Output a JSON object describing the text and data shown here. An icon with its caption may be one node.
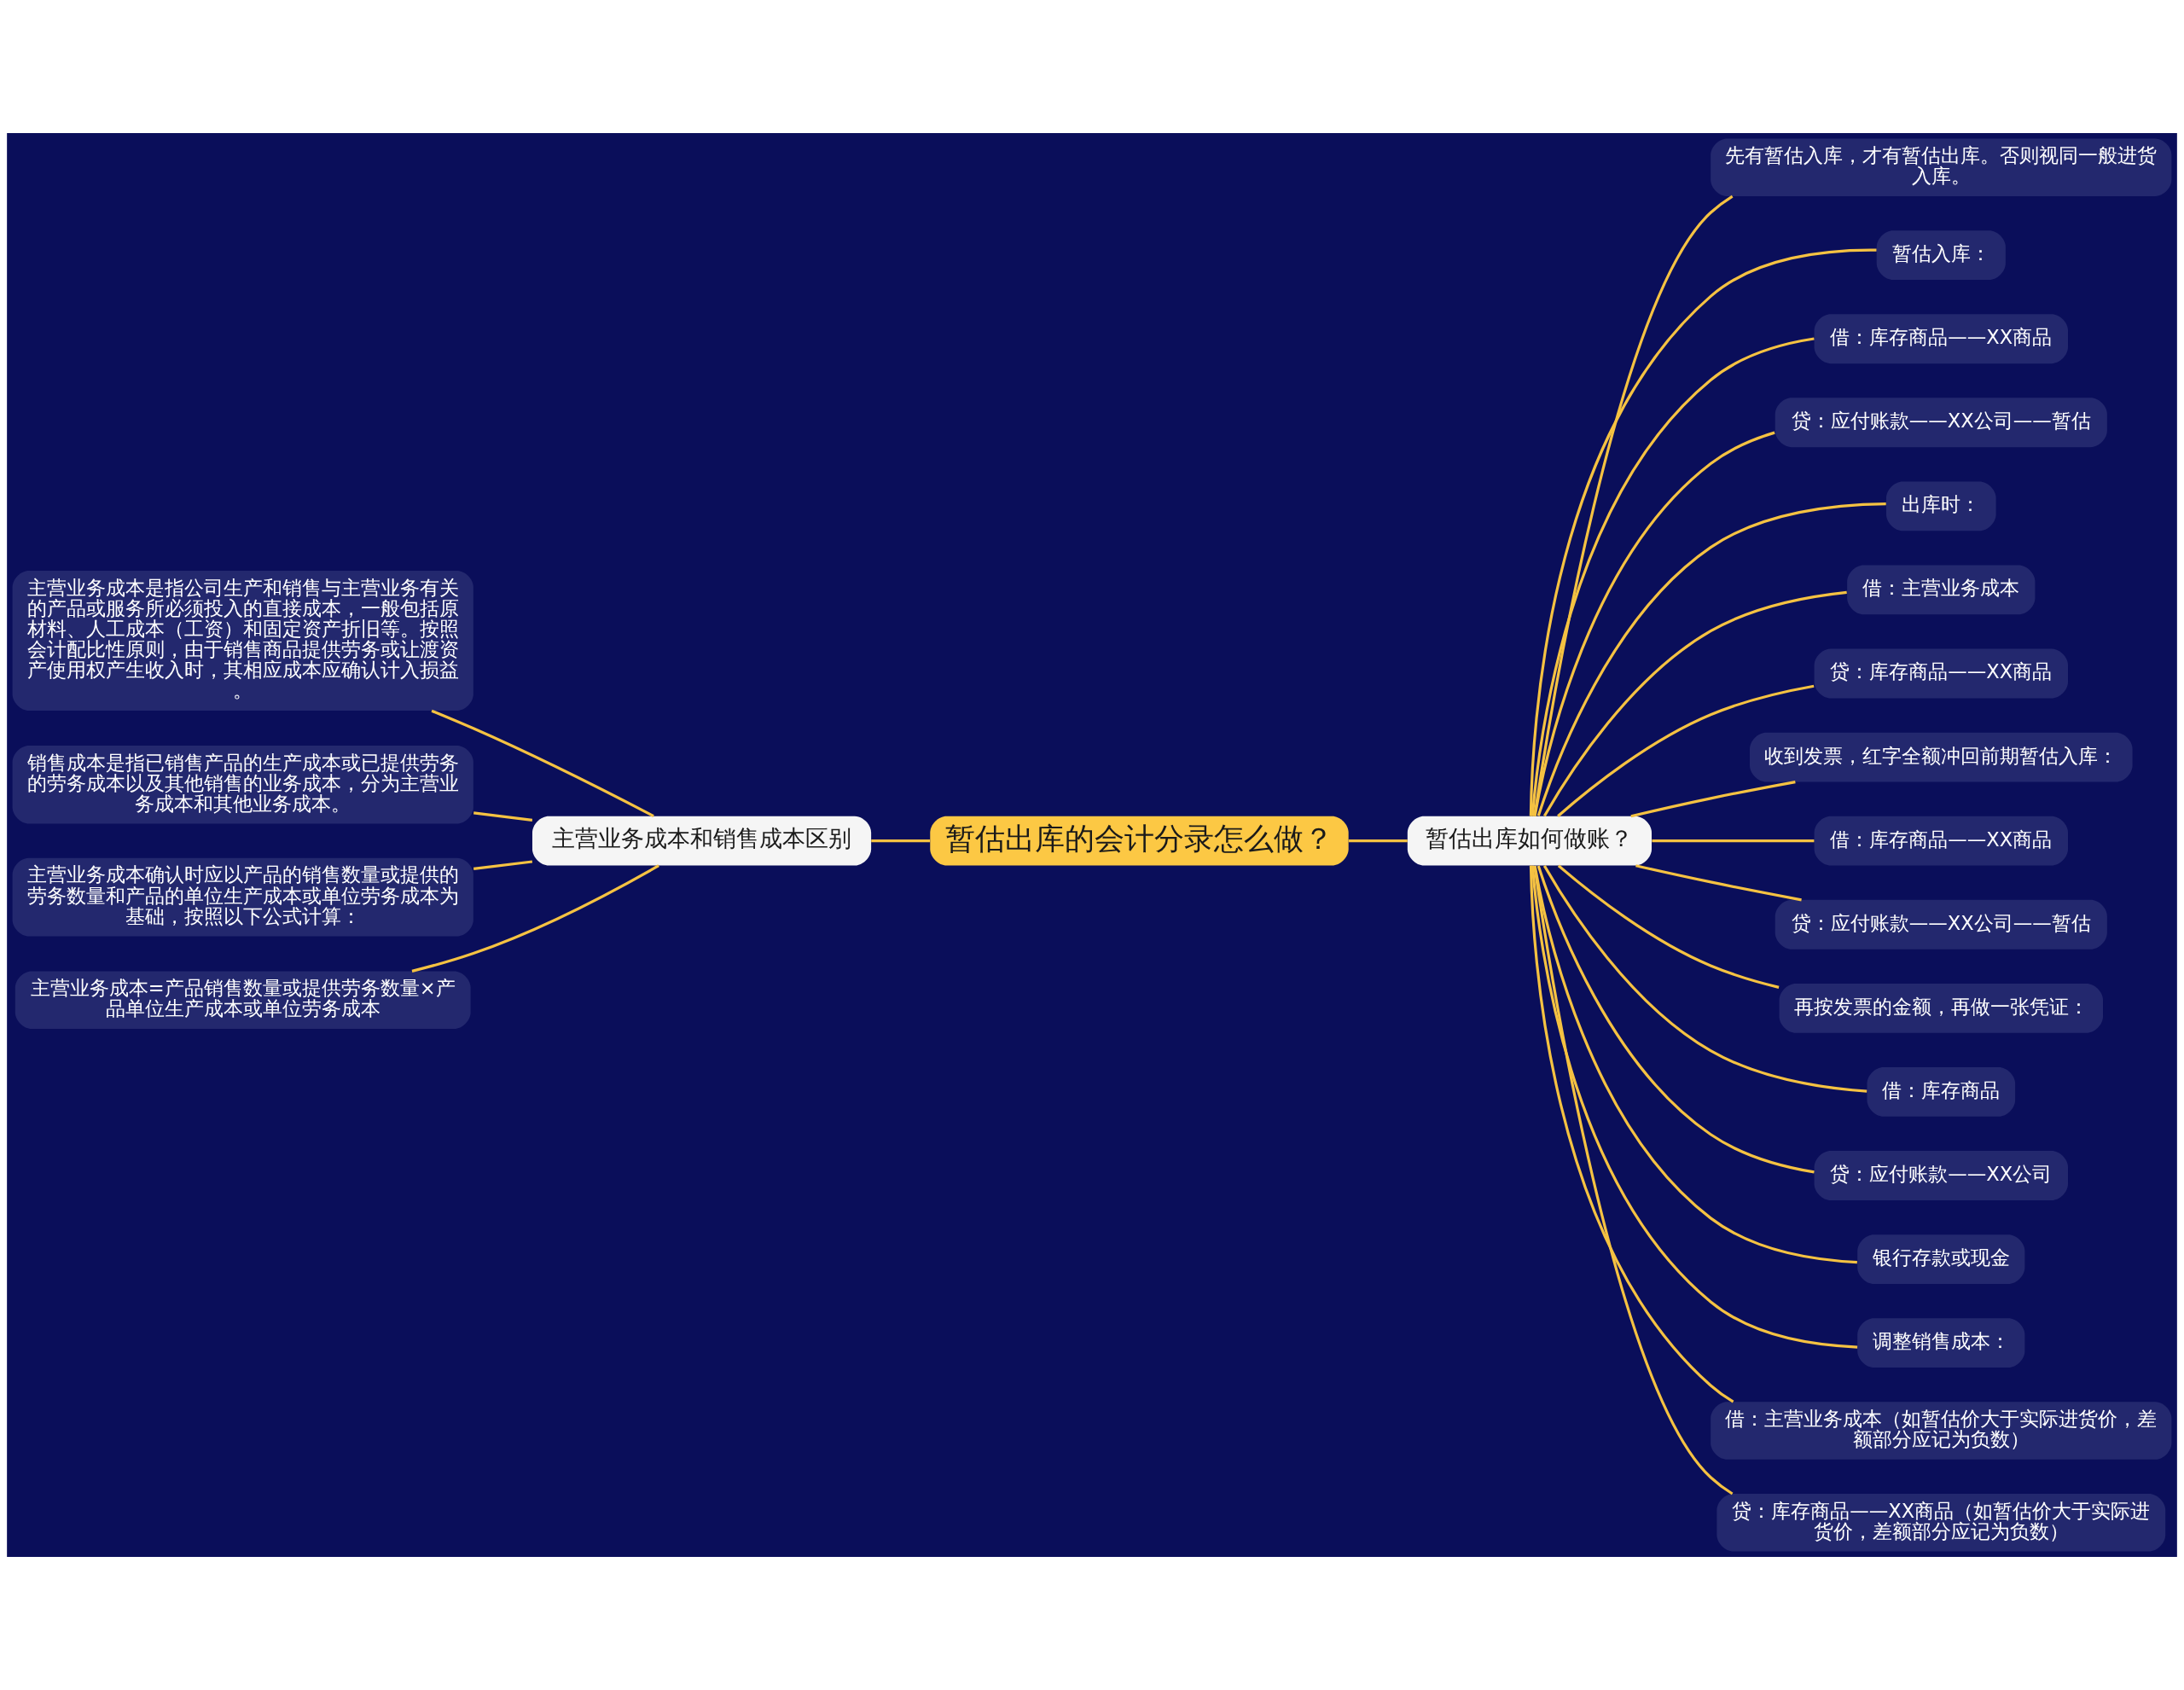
{
  "diagram": {
    "nodes": [
      {
        "text": [
          "暂估出库的会计分录怎么做？"
        ]
      },
      {
        "text": [
          "主营业务成本和销售成本区别"
        ]
      },
      {
        "text": [
          "主营业务成本是指公司生产和销售与主营业务有关的产品或服务所必须投入的直接成本，一般包括原材料、人工成本（工资）和固定资产折旧等。按照会计配比性原则，由于销售商品提供劳务或让渡资产使用权产生收入时，其相应成本应确认计入损益。"
        ]
      },
      {
        "text": [
          "销售成本是指已销售产品的生产成本或已提供劳务的劳务成本以及其他销售的业务成本，分为主营业务成本和其他业务成本。"
        ]
      },
      {
        "text": [
          "主营业务成本确认时应以产品的销售数量或提供的劳务数量和产品的单位生产成本或单位劳务成本为基础，按照以下公式计算："
        ]
      },
      {
        "text": [
          "主营业务成本=产品销售数量或提供劳务数量×产品单位生产成本或单位劳务成本"
        ]
      },
      {
        "text": [
          "暂估出库如何做账？"
        ]
      },
      {
        "text": [
          "先有暂估入库，才有暂估出库。否则视同一般进货入库。"
        ]
      },
      {
        "text": [
          "暂估入库："
        ]
      },
      {
        "text": [
          "借：库存商品——XX商品"
        ]
      },
      {
        "text": [
          "贷：应付账款——XX公司——暂估"
        ]
      },
      {
        "text": [
          "出库时："
        ]
      },
      {
        "text": [
          "借：主营业务成本"
        ]
      },
      {
        "text": [
          "贷：库存商品——XX商品"
        ]
      },
      {
        "text": [
          "收到发票，红字全额冲回前期暂估入库："
        ]
      },
      {
        "text": [
          "借：库存商品——XX商品"
        ]
      },
      {
        "text": [
          "贷：应付账款——XX公司——暂估"
        ]
      },
      {
        "text": [
          "再按发票的金额，再做一张凭证："
        ]
      },
      {
        "text": [
          "借：库存商品"
        ]
      },
      {
        "text": [
          "贷：应付账款——XX公司"
        ]
      },
      {
        "text": [
          "银行存款或现金"
        ]
      },
      {
        "text": [
          "调整销售成本："
        ]
      },
      {
        "text": [
          "借：主营业务成本（如暂估价大于实际进货价，差额部分应记为负数）"
        ]
      },
      {
        "text": [
          "贷：库存商品——XX商品（如暂估价大于实际进货价，差额部分应记为负数）"
        ]
      }
    ],
    "edges": [
      {
        "from": 0,
        "to": 1,
        "arrow": "none"
      },
      {
        "from": 1,
        "to": 2,
        "arrow": "none"
      },
      {
        "from": 1,
        "to": 3,
        "arrow": "none"
      },
      {
        "from": 1,
        "to": 4,
        "arrow": "none"
      },
      {
        "from": 1,
        "to": 5,
        "arrow": "none"
      },
      {
        "from": 0,
        "to": 6,
        "arrow": "none"
      },
      {
        "from": 6,
        "to": 7,
        "arrow": "none"
      },
      {
        "from": 6,
        "to": 8,
        "arrow": "none"
      },
      {
        "from": 6,
        "to": 9,
        "arrow": "none"
      },
      {
        "from": 6,
        "to": 10,
        "arrow": "none"
      },
      {
        "from": 6,
        "to": 11,
        "arrow": "none"
      },
      {
        "from": 6,
        "to": 12,
        "arrow": "none"
      },
      {
        "from": 6,
        "to": 13,
        "arrow": "none"
      },
      {
        "from": 6,
        "to": 14,
        "arrow": "none"
      },
      {
        "from": 6,
        "to": 15,
        "arrow": "none"
      },
      {
        "from": 6,
        "to": 16,
        "arrow": "none"
      },
      {
        "from": 6,
        "to": 17,
        "arrow": "none"
      },
      {
        "from": 6,
        "to": 18,
        "arrow": "none"
      },
      {
        "from": 6,
        "to": 19,
        "arrow": "none"
      },
      {
        "from": 6,
        "to": 20,
        "arrow": "none"
      },
      {
        "from": 6,
        "to": 21,
        "arrow": "none"
      },
      {
        "from": 6,
        "to": 22,
        "arrow": "none"
      },
      {
        "from": 6,
        "to": 23,
        "arrow": "none"
      }
    ]
  }
}
